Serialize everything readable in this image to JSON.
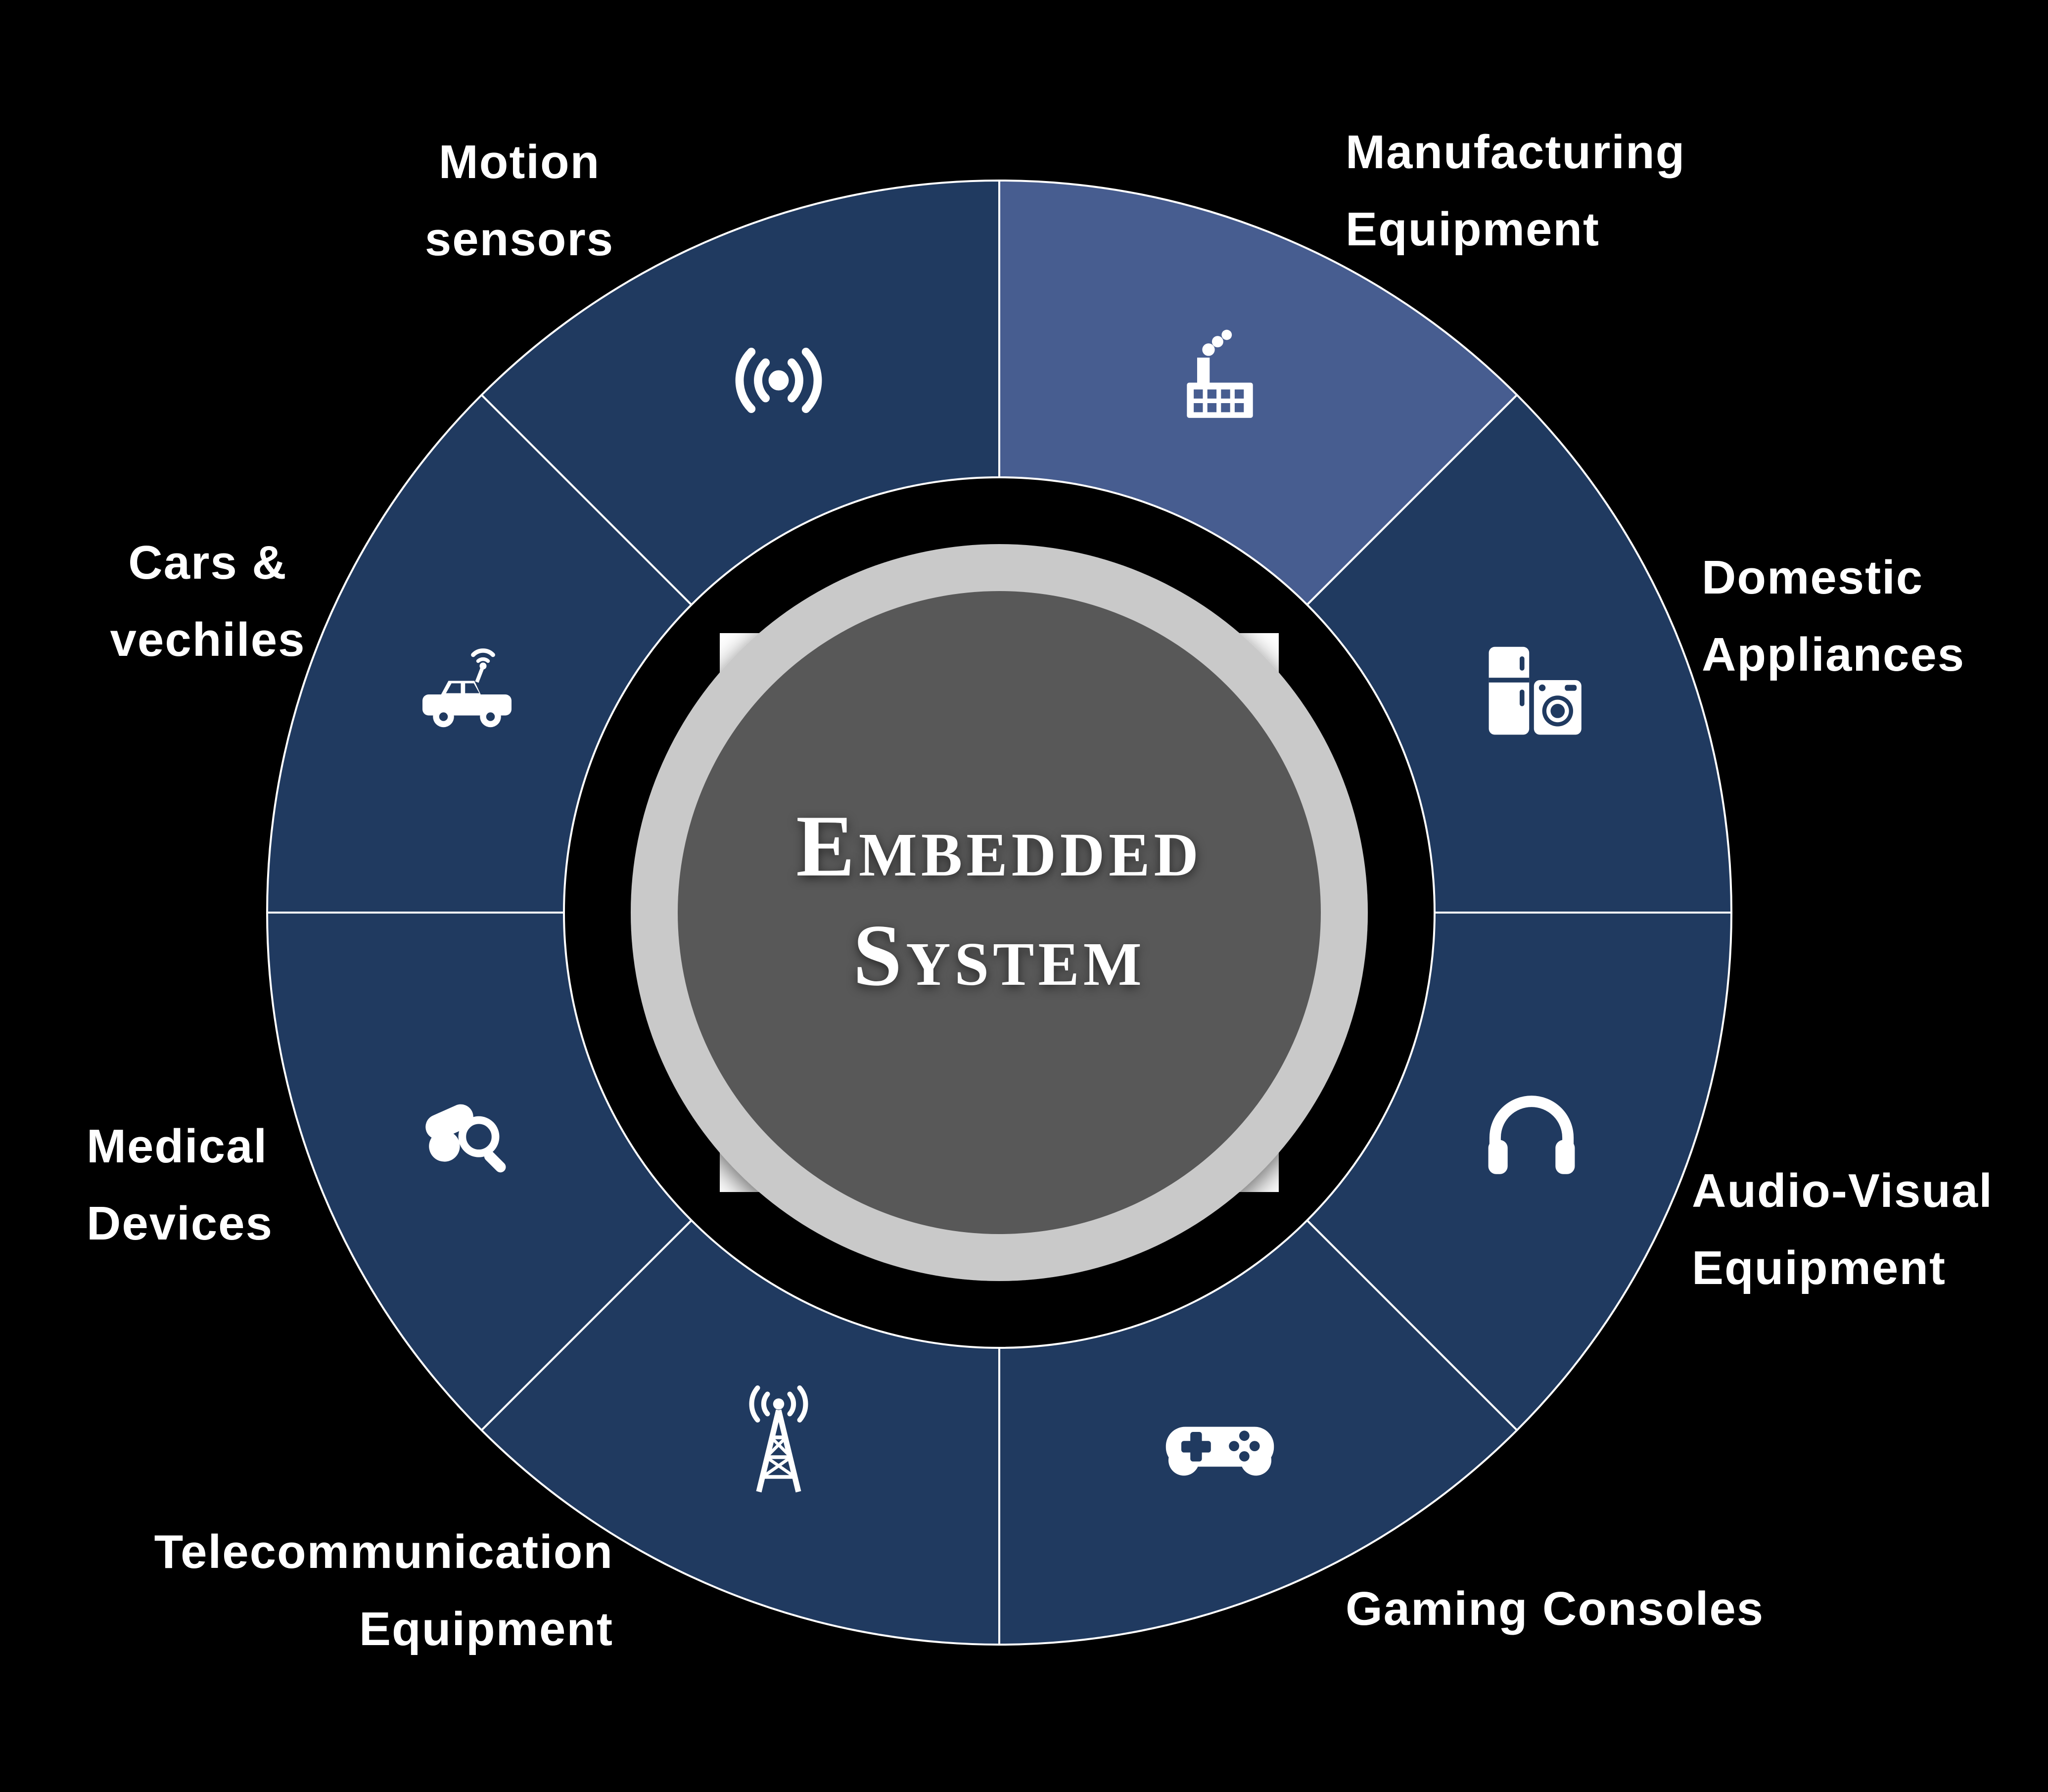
{
  "title": "Embedded System applications wheel diagram",
  "colors": {
    "background": "#000000",
    "segment_base": "#203a60",
    "segment_highlight": "#475d90",
    "divider": "#ffffff",
    "center_square": "#ffffff",
    "center_ring": "#c9c9c9",
    "center_disc": "#585858",
    "text": "#ffffff"
  },
  "center": {
    "line1": "Embedded",
    "line2": "System"
  },
  "wheel": {
    "segments": [
      {
        "id": "manufacturing-equipment",
        "label_lines": [
          "Manufacturing",
          "Equipment"
        ],
        "icon": "factory-icon",
        "color": "#475d90",
        "highlighted": true
      },
      {
        "id": "domestic-appliances",
        "label_lines": [
          "Domestic",
          "Appliances"
        ],
        "icon": "appliances-icon",
        "color": "#203a60",
        "highlighted": false
      },
      {
        "id": "audio-visual-equipment",
        "label_lines": [
          "Audio-Visual",
          "Equipment"
        ],
        "icon": "headphones-icon",
        "color": "#203a60",
        "highlighted": false
      },
      {
        "id": "gaming-consoles",
        "label_lines": [
          "Gaming Consoles"
        ],
        "icon": "gamepad-icon",
        "color": "#203a60",
        "highlighted": false
      },
      {
        "id": "telecommunication-equipment",
        "label_lines": [
          "Telecommunication",
          "Equipment"
        ],
        "icon": "radio-tower-icon",
        "color": "#203a60",
        "highlighted": false
      },
      {
        "id": "medical-devices",
        "label_lines": [
          "Medical",
          "Devices"
        ],
        "icon": "medical-search-icon",
        "color": "#203a60",
        "highlighted": false
      },
      {
        "id": "cars-vehicles",
        "label_lines": [
          "Cars &",
          "vechiles"
        ],
        "icon": "car-icon",
        "color": "#203a60",
        "highlighted": false
      },
      {
        "id": "motion-sensors",
        "label_lines": [
          "Motion",
          "sensors"
        ],
        "icon": "wireless-signal-icon",
        "color": "#203a60",
        "highlighted": false
      }
    ]
  }
}
